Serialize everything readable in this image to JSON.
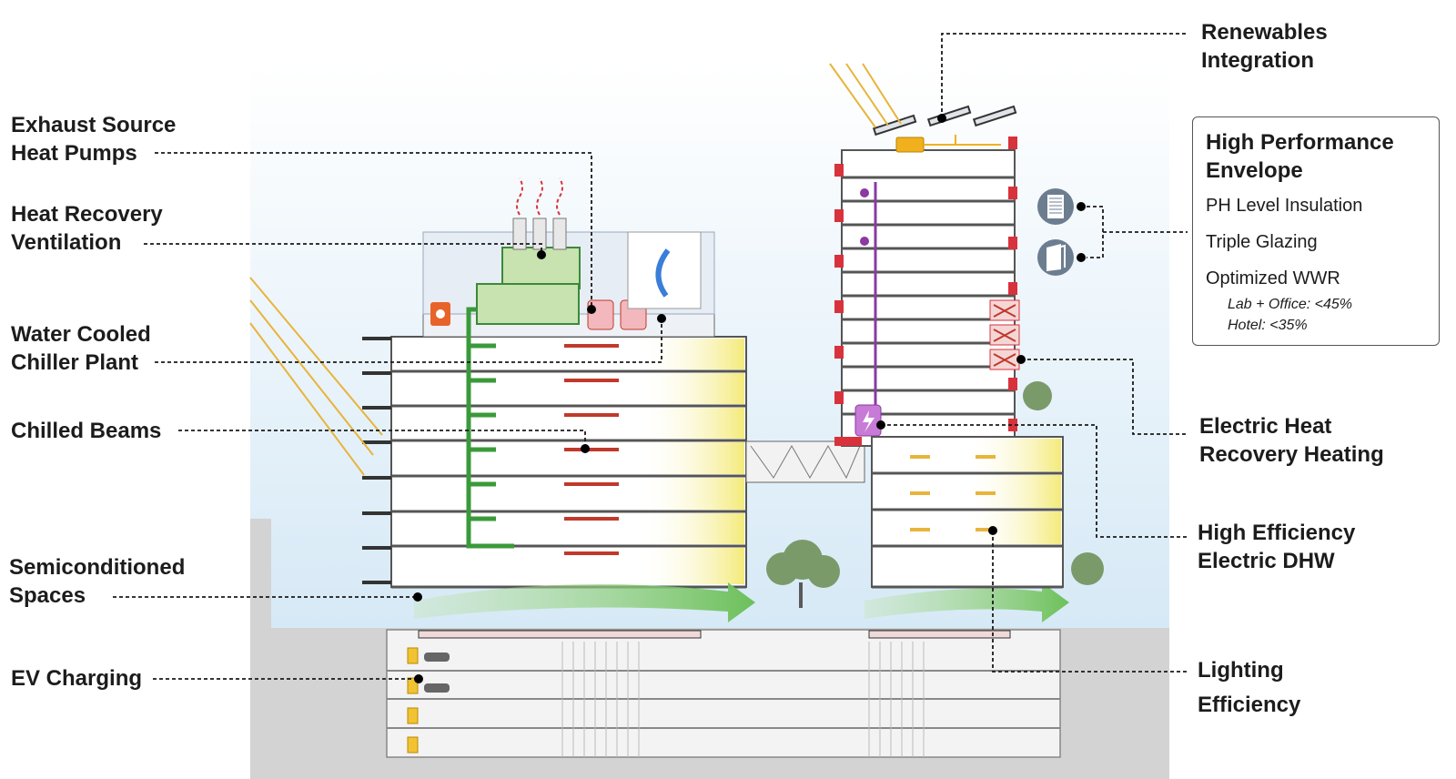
{
  "callouts": {
    "exhaust_hp": [
      "Exhaust Source",
      "Heat Pumps"
    ],
    "hrv": [
      "Heat Recovery",
      "Ventilation"
    ],
    "chiller": [
      "Water Cooled",
      "Chiller Plant"
    ],
    "beams": [
      "Chilled Beams"
    ],
    "semi": [
      "Semiconditioned",
      "Spaces"
    ],
    "ev": [
      "EV Charging"
    ],
    "renewables": [
      "Renewables",
      "Integration"
    ],
    "ehr": [
      "Electric Heat",
      "Recovery Heating"
    ],
    "dhw": [
      "High Efficiency",
      "Electric DHW"
    ],
    "lighting": [
      "Lighting",
      "Efficiency"
    ]
  },
  "envelope": {
    "title": [
      "High Performance",
      "Envelope"
    ],
    "items": [
      "PH Level Insulation",
      "Triple Glazing",
      "Optimized WWR"
    ],
    "sub_items": [
      "Lab + Office: <45%",
      "Hotel: <35%"
    ]
  },
  "colors": {
    "leader": "#1a1a1a",
    "sky": "#dfeef8",
    "ground": "#c9c9c9",
    "green_duct": "#3a9a3a",
    "red_frame": "#d8323c",
    "purple_dhw": "#8a3aa0",
    "sun_ray": "#e8b43a",
    "light_cone": "#f5ee9a",
    "heat_red": "#d8323c",
    "cool_blue": "#3a7ed8"
  },
  "icons": [
    "fire-icon",
    "lightning-icon",
    "shower-icon",
    "insulation-icon",
    "glazing-icon",
    "car-icon",
    "ev-charger-icon",
    "tree-icon",
    "person-icon",
    "solar-panel-icon",
    "battery-icon",
    "fan-icon"
  ]
}
